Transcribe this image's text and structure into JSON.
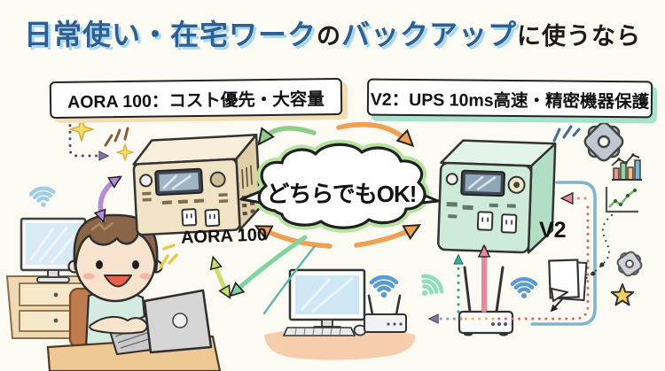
{
  "title": {
    "segments": [
      {
        "text": "日常使い・在宅ワーク",
        "emphasis": true
      },
      {
        "text": "の",
        "emphasis": false
      },
      {
        "text": "バックアップ",
        "emphasis": true
      },
      {
        "text": "に使うなら",
        "emphasis": false
      }
    ]
  },
  "boxes": {
    "aora": "AORA 100：コスト優先・大容量",
    "v2": "V2：UPS 10ms高速・精密機器保護"
  },
  "devices": {
    "aora": "AORA 100",
    "v2": "V2"
  },
  "bubble": {
    "text": "どちらでもOK!"
  },
  "colors": {
    "title_blue": "#2E5E92",
    "title_highlight": "#A9D9F2",
    "aora_box_shadow": "#F2DDB5",
    "v2_box_shadow": "#A8E2CE",
    "bubble_outline_glow": "#B7E3A1",
    "arrow_green": "#8FCE8A",
    "arrow_mint": "#7FD4A0",
    "arrow_orange": "#F0A052",
    "arrow_purple": "#B38BD9",
    "arrow_yellow_green": "#C9DE6E",
    "arrow_teal": "#3FA796",
    "arrow_pink": "#E8879A",
    "dotted_red": "#D96A5F",
    "connector_blue": "#7FB5CC",
    "aora_body": "#F0E3C6",
    "v2_body": "#CDEBD8"
  },
  "icons": [
    "wifi-icon",
    "gear-icon",
    "bar-chart-icon",
    "line-chart-icon",
    "star-icon",
    "sparkle-icon",
    "document-icon",
    "router-icon",
    "monitor-icon",
    "laptop-icon"
  ]
}
